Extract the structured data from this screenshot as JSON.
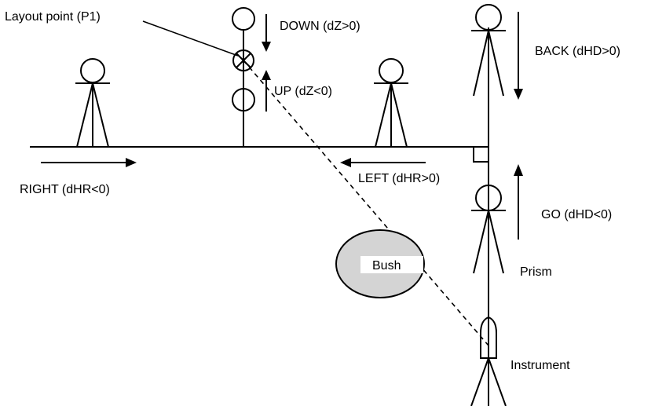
{
  "labels": {
    "layout_point": "Layout point (P1)",
    "down": "DOWN (dZ>0)",
    "up": "UP (dZ<0)",
    "back": "BACK  (dHD>0)",
    "go": "GO  (dHD<0)",
    "right": "RIGHT (dHR<0)",
    "left": "LEFT (dHR>0)",
    "bush": "Bush",
    "prism": "Prism",
    "instrument": "Instrument"
  },
  "colors": {
    "line": "#000000",
    "bush_fill": "#d4d4d4",
    "background": "#ffffff"
  }
}
